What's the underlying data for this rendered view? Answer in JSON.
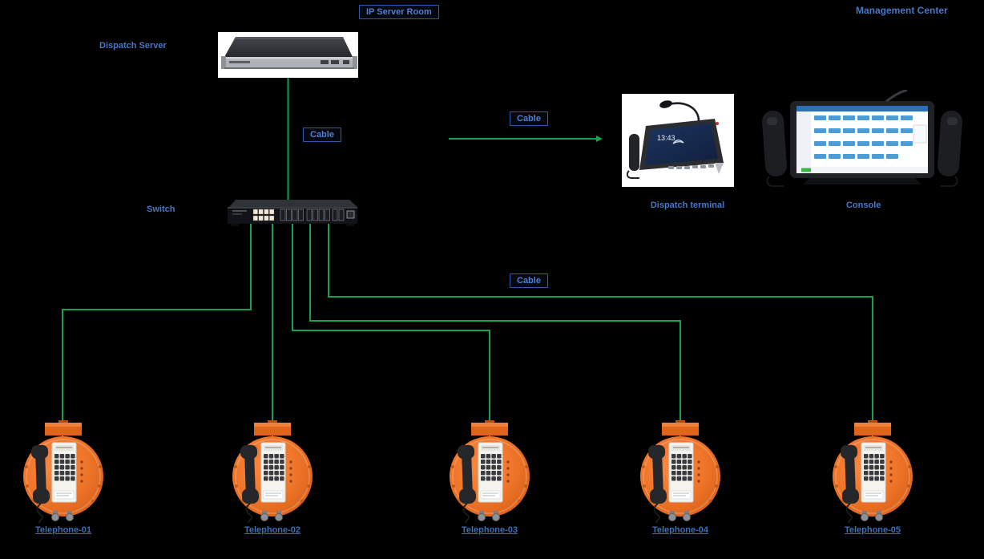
{
  "diagram": {
    "title": {
      "server_room": "IP Server Room",
      "management_center": "Management Center"
    },
    "nodes": {
      "dispatch_server": "Dispatch Server",
      "switch": "Switch",
      "dispatch_terminal": "Dispatch terminal",
      "console": "Console"
    },
    "cable_label": "Cable",
    "terminal_screen_time": "13:43",
    "phones": [
      {
        "label": "Telephone-01"
      },
      {
        "label": "Telephone-02"
      },
      {
        "label": "Telephone-03"
      },
      {
        "label": "Telephone-04"
      },
      {
        "label": "Telephone-05"
      }
    ],
    "colors": {
      "background": "#000000",
      "cable_green": "#14A351",
      "label_blue": "#4577C8",
      "phone_orange": "#EE7429"
    }
  }
}
